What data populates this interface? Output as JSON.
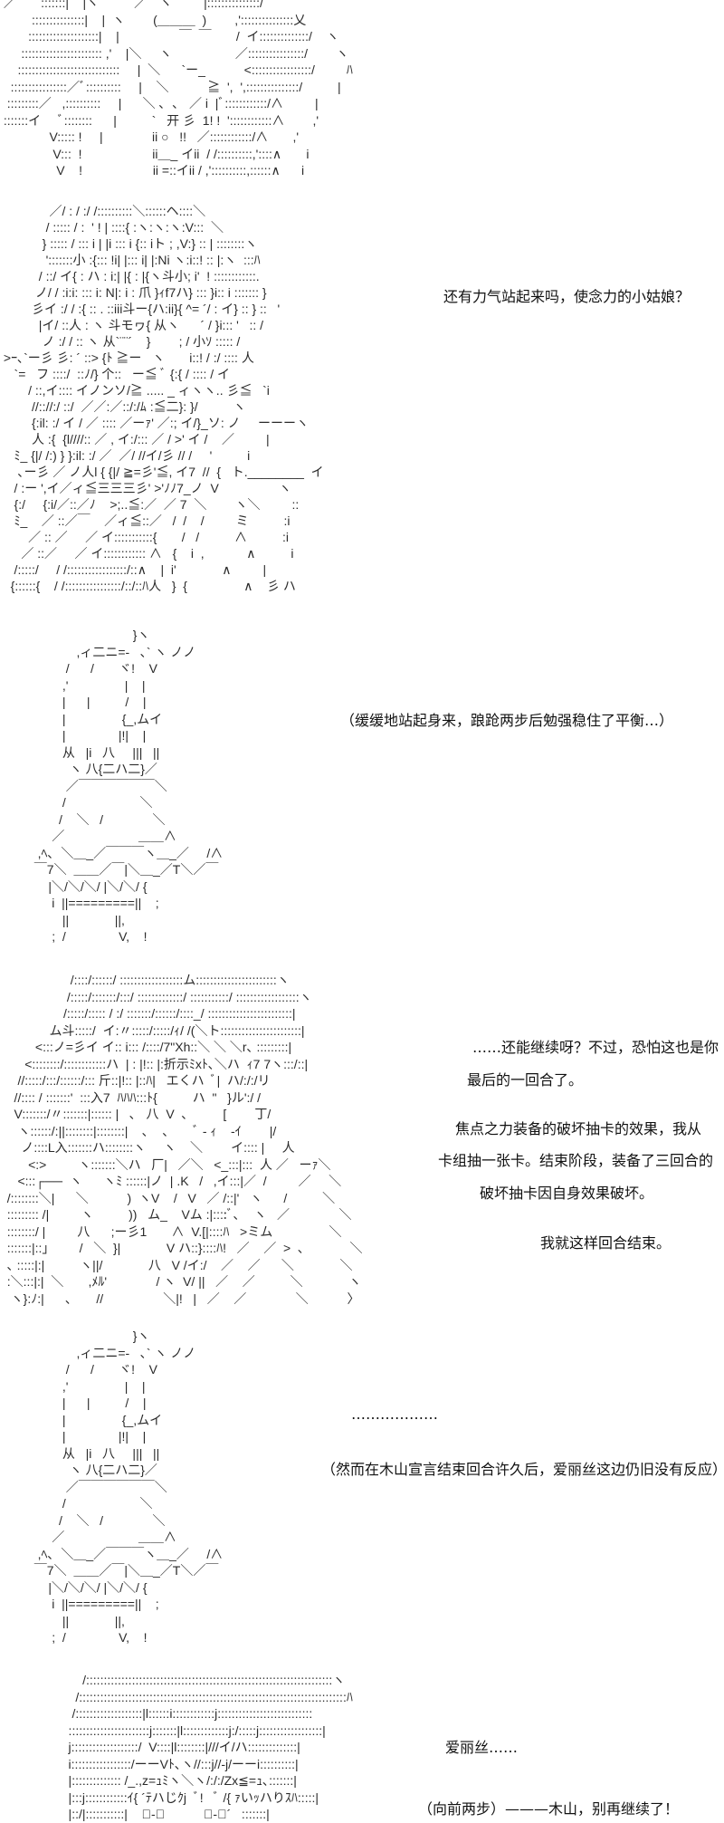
{
  "panels": [
    {
      "art": " ／       :::::::|    |ヽ          ／⌒ヽ         |:::::::::::::::/\n         :::::::::::::::|    |  ヽ        (＿＿＿  )        ,':::::::::::::::乂\n        ::::::::::::::::::::|    |                 ￣  ￣       /  イ::::::::::::::/    ヽ\n      ::::::::::::::::::::::: ,'    |＼     ヽ                  ／::::::::::::::::/        ヽ\n     :::::::::::::::::::::::::::::     |  ＼      `ー_           <:::::::::::::::::/         ﾊ\n   ::::::::::::::::／ﾞ::::::::::     |    ＼           ≧  ',  ',:::::::::::::::/          |\n  :::::::::／   ,::::::::::     |      ＼ ､  ､   ／ i  |ﾞ::::::::::::/∧         |\n :::::::イ     ﾞ::::::::      |          `   开 彡  1! !  '::::::::::::∧        ,'\n              V::::: !     |              ii ○   !!   ／::::::::::::/∧       ,'\n               V:::  !                    ii＿_ イii  / /::::::::::,'::::∧       i\n                V    !                    ii =::イii / ,'::::::::::,::::::∧      i",
      "dialogue": []
    },
    {
      "art": "              ／/ : / :/ /::::::::::＼::::::ヘ::::＼\n             / ::::: / :  ' ! | ::::{ :ヽ:ヽ:ヽ:V:::  ＼\n            } ::::: / ::: i | |i ::: i {:: iト ; ,V:} :: | ::::::::ヽ\n             ':::::::小 :{::: !i| |::: i| |:Ni ヽ:i::! :: |:ヽ  :::ﾊ\n           / ::/ イ{ : ハ : i:| |{ : |{ヽ斗小; i'  ! ::::::::::::.\n          ノ/ / :i:i: ::: i: N|: i : 爪 }ｨf7ハ} ::: }i:: i ::::::: }\n         彡イ :/ / :{ :: . ::iii斗ー{ハ:ii}{ ^= ´/ : イ} :: } ::   '\n           |イ/ ::人 : ヽ 斗モヮ{ 从ヽ      ´ / }i::: '   :: /\n            ノ :/ / :: ヽ 从`¨¨´    }        ; / 小ｿ ::::: /\n >ｰ､`ー彡 彡: ´ ::> {ﾄ ≧ー   ヽ       i::! / :/ :::: 人\n    `=   フ ::::/  ::ﾉ/} 个::   ー≦ ﾞ {:{ / :::: / イ\n        / ::,イ:::: イノンソ/≧ ..... _ ィヽヽ.. 彡≦   `i\n         //:://:/ ::/  ／／:／::/:/ﾑ :≦二}: }/          ヽ\n         {:il: :/ イ / ／ :::: ／ーｧ' ／:; イ/}_ソ: ノ     ーーーヽ\n         人 :{  {l////:: ／ , イ:/::: ／ / >' イ /    ／         |\n    ﾐ_ {|/ /:) } }:il: :/ ／  ／/ //イ/彡 // /     '          i\n     ､ー彡 ／ ノ人l { {|/ ≧=彡'≦, イ7  //  {   ト.________  イ\n    / :ー ',イ／ィ≦三三三彡' >'ﾉﾉ7_ノ  V                 ヽ\n    {:/     {:i/／::／ﾉ    >;..≦:／  ／ 7  ＼        ヽ＼         ::\n    ﾐ_    ／ ::／￣    ／ィ≦::／   /  /    /         ミ          :i\n        ／ :: ／     ／ イ:::::::::::{       /   /          ∧          :i\n      ／ ::／     ／ イ:::::::::::: ∧   {    i  ,            ∧          i\n    /:::::/     / /:::::::::::::::::/::∧    |  i'             ∧         |\n   {::::::{    / /::::::::::::::::/::/::ﾊ人   }  {                ∧    彡 ハ",
      "dialogue": [
        "还有力气站起来吗，使念力的小姑娘？"
      ]
    },
    {
      "art": "                              }ヽ\n              ,ィ二ニ=-   ､` ヽ ノノ\n           /      /       ヾ!    V\n          ,'                |    |\n          |      |          /    |\n          |                {_,ムイ\n          |               |!|    |\n          从   |i   八     |||   ||\n            ヽ 八{二ハ二}／\n           ／￣￣￣￣￣￣＼\n          /                     ＼\n         /    ＼   /              ＼\n       ／                     ＿＿∧\n   ,ﾍ､  ＼＿_／￣￣￣ヽ＿_／     /∧\n  ￣7＼  ＿＿／￣|＼＿_／T＼／￣\n      |＼/＼/＼/ |＼/＼/ {\n       i  ||=========||    ;\n          ||             ||,\n       ;  /               V,    !",
      "dialogue": [
        "（缓缓地站起身来，踉跄两步后勉强稳住了平衡…）"
      ]
    },
    {
      "art": "                    /::::/::::::/ ::::::::::::::::::ム:::::::::::::::::::::::ヽ\n                   /:::::/:::::::/:::/ :::::::::::::/ :::::::::::/ ::::::::::::::::::ヽ\n                  /:::::/::::: / :/ :::::::/::::::/::::_/ ::::::::::::::::::::::::|\n              ム斗:::::/  イ:〃:::::/:::::/ｨ/ /(＼ト:::::::::::::::::::::::|\n          <:::ノ=彡イ イ:: i::: /::::/7\"Xh::＼ ＼ ＼r､ :::::::::|\n       <::::::::/::::::::::::ハ  | : |!:: |:折示ﾐxﾄ､＼ハ  ｨ7 7ヽ:::/::|\n     //:::::/:::/::::::/::: 斤::|!:: |::ﾊ|   エくハ  ﾞ|  ハ/:/:/リ\n    //:::: / :::::::'  :::入7  ﾊﾊﾊ:::ﾄ{          ハ  \"   }ル':/ /\n    V:::::::/〃:::::::|:::::: |   ､   八  V  ､          [        丁/\n     ヽ::::::/:||::::::::|::::::::|    ､    ､       ﾞ - ｨ    -ｲ        |/\n      ノ::::L入:::::::ハ::::::::ヽ     ヽ    ＼        イ:::: |     人\n        <:>         ヽ:::::::＼ハ   厂|   ／＼   <_:::|:::  人 ／   ーｧ＼\n     <:::┌──  ヽ      ヽﾐ ::::::|ノ  | .K   /   ,イ:::|／  /         ／     ＼\n  /::::::::＼|      ＼           )  ヽV    /   V   ／ /::|'   ヽ      /          ＼\n  ::::::::: /|         ヽ          ))   ム_    Vム :|::::ﾞ､    ヽ   ／              ＼\n  ::::::::/ |         八      ;ー彡1       ∧  V.[|::::ﾊ   >ミム                ＼\n  :::::::|::」       /   ＼  }|             V ハ::}::::ﾊ!   ／    ／  >  ､             ＼\n  ､ :::::|:|          ヽ||/             八   V /イ:/    ／    ／      ＼             ＼\n  :＼:::|:|  ＼       ,ﾒﾙ'              / ヽ  V/ ||   ／    ／          ＼             ヽ\n   ヽ}:ﾉ:|      ､       //                 ＼|!   |   ／    ／              ＼           〉",
      "dialogue": [
        "……还能继续呀？不过，恐怕这也是你",
        "最后的一回合了。",
        "焦点之力装备的破坏抽卡的效果，我从",
        "卡组抽一张卡。结束阶段，装备了三回合的",
        "破坏抽卡因自身效果破坏。",
        "我就这样回合结束。"
      ]
    },
    {
      "art": "                              }ヽ\n              ,ィ二ニ=-   ､` ヽ ノノ\n           /      /       ヾ!    V\n          ,'                |    |\n          |      |          /    |\n          |                {_,ムイ\n          |               |!|    |\n          从   |i   八     |||   ||\n            ヽ 八{二ハ二}／\n           ／￣￣￣￣￣￣＼\n          /                     ＼\n         /    ＼   /              ＼\n       ／                     ＿＿∧\n   ,ﾍ､  ＼＿_／￣￣￣ヽ＿_／     /∧\n  ￣7＼  ＿＿／￣|＼＿_／T＼／￣\n      |＼/＼/＼/ |＼/＼/ {\n       i  ||=========||    ;\n          ||             ||,\n       ;  /               V,    !",
      "dialogue": [
        "………………",
        "（然而在木山宣言结束回合许久后，爱丽丝这边仍旧没有反应）"
      ]
    },
    {
      "art": "        /::::::::::::::::::::::::::::::::::::::::::::::::::::::::::::::::::::::ヽ\n      /::::::::::::::::::::::::::::::::::::::::::::::::::::::::::::::::::::::::::::ﾊ\n     /:::::::::::::::::::|l::::::i::::::::::::j:::::::::::::::::::::::::::\n    :::::::::::::::::::::::j:::::::|l:::::::::::::j:/:::::j::::::::::::::::::|\n    j:::::::::::::::::::/  V::::|l::::::::|///イ/ハ::::::::::::::|\n    i:::::::::::::::::/ーーVﾄ､ヽ//:::j//-j/ーーi::::::::::|\n    |:::::::::::::: /_.,z=ｭﾐヽ＼ヽ/:/:/Zx≦=ｭ､:::::::|\n    |:::j::::::::::::ｲ{ ´ﾃハじｸj  ﾞ!   ﾞ /{ ｧいｯハりｽﾊ:::::|\n    |::/|:::::::::::|    ﾞ-ﾞ           ﾞ-ﾞ´   :::::::|",
      "dialogue": [
        "爱丽丝……",
        "（向前两步）———木山，别再继续了！"
      ]
    }
  ]
}
